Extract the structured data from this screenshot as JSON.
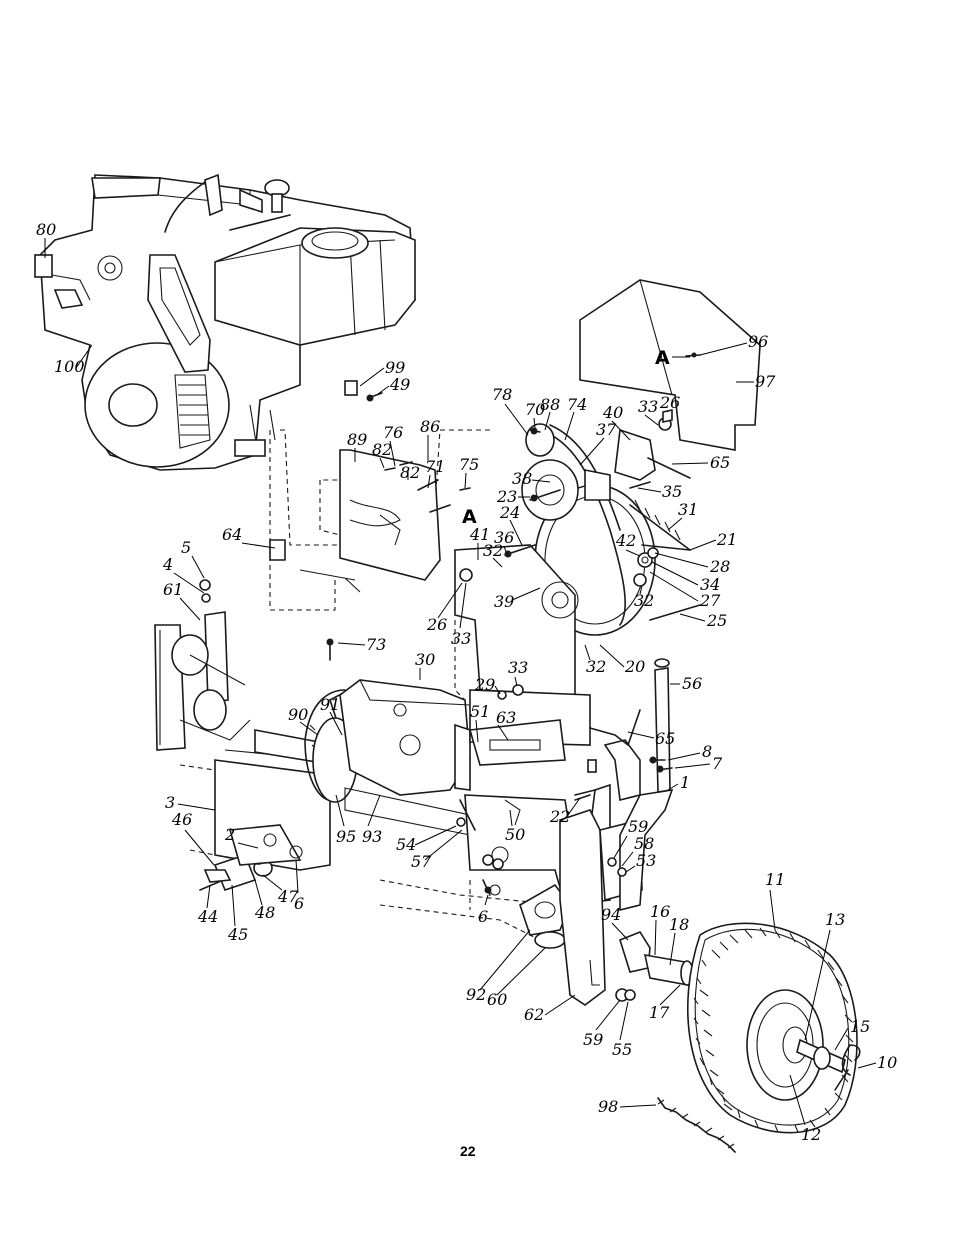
{
  "page": {
    "number": "22"
  },
  "diagram": {
    "section_markers": [
      "A",
      "A"
    ],
    "callouts": [
      "80",
      "100",
      "99",
      "49",
      "78",
      "70",
      "88",
      "74",
      "40",
      "33",
      "26",
      "96",
      "97",
      "89",
      "82",
      "76",
      "86",
      "71",
      "82",
      "75",
      "65",
      "37",
      "38",
      "23",
      "35",
      "24",
      "31",
      "21",
      "64",
      "5",
      "4",
      "61",
      "73",
      "36",
      "32",
      "41",
      "26",
      "33",
      "42",
      "28",
      "34",
      "27",
      "32",
      "39",
      "25",
      "20",
      "32",
      "30",
      "29",
      "33",
      "56",
      "91",
      "90",
      "51",
      "63",
      "65",
      "8",
      "7",
      "3",
      "95",
      "93",
      "54",
      "57",
      "50",
      "22",
      "1",
      "46",
      "2",
      "47",
      "48",
      "44",
      "45",
      "6",
      "6",
      "59",
      "58",
      "53",
      "11",
      "13",
      "94",
      "16",
      "18",
      "17",
      "15",
      "10",
      "92",
      "60",
      "62",
      "59",
      "55",
      "12",
      "98"
    ]
  }
}
